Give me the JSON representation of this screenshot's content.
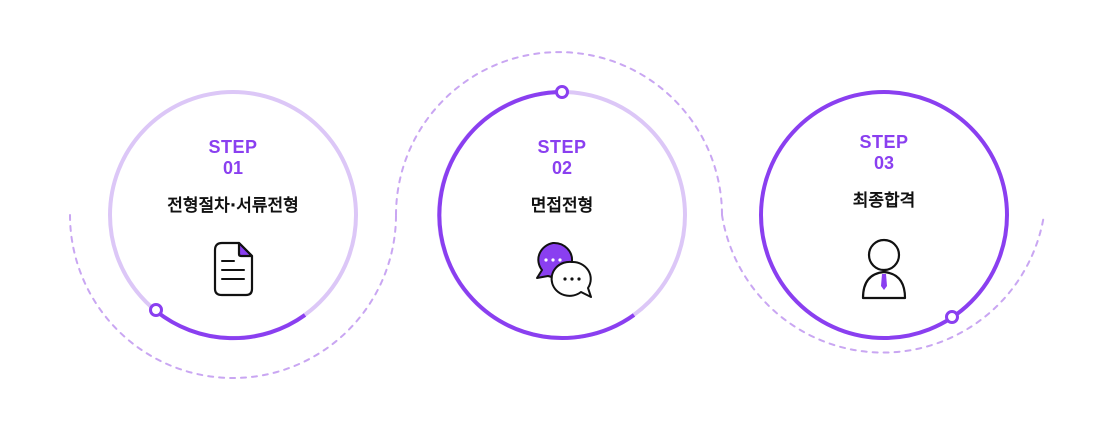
{
  "colors": {
    "accent": "#8a3ff0",
    "accent_light": "#dcc7f7",
    "dashed": "#c9a6f2",
    "text": "#111111",
    "bubble_fill": "#8a3ff0",
    "tie": "#8a3ff0"
  },
  "steps": [
    {
      "step_label": "STEP",
      "number": "01",
      "title": "전형절차·서류전형",
      "icon": "document-icon",
      "progress_style": "partial-arc"
    },
    {
      "step_label": "STEP",
      "number": "02",
      "title": "면접전형",
      "icon": "chat-bubbles-icon",
      "progress_style": "most-of-circle"
    },
    {
      "step_label": "STEP",
      "number": "03",
      "title": "최종합격",
      "icon": "person-with-tie-icon",
      "progress_style": "full-circle"
    }
  ]
}
